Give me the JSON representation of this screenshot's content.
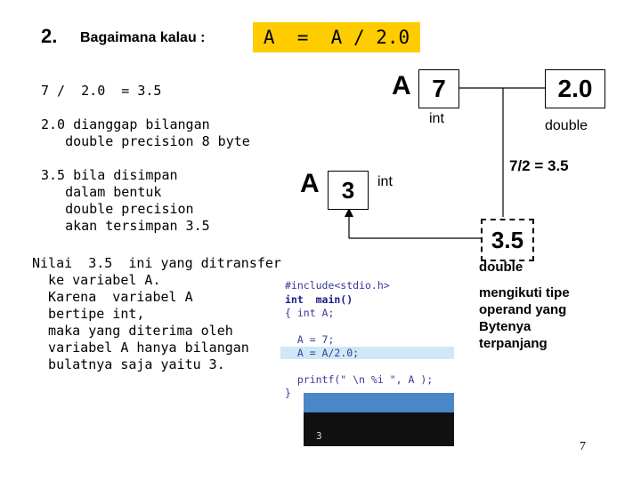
{
  "title": {
    "number": "2.",
    "question": "Bagaimana kalau :",
    "expression": "A  =  A / 2.0"
  },
  "left_notes": {
    "calc": "7 /  2.0  = 3.5",
    "note1": "2.0 dianggap bilangan\n   double precision 8 byte",
    "note2": "3.5 bila disimpan\n   dalam bentuk\n   double precision\n   akan tersimpan 3.5",
    "note3": "Nilai  3.5  ini yang ditransfer\n  ke variabel A.\n  Karena  variabel A\n  bertipe int,\n  maka yang diterima oleh\n  variabel A hanya bilangan\n  bulatnya saja yaitu 3."
  },
  "diagram": {
    "var_top": "A",
    "value_top": "7",
    "type_top": "int",
    "literal": "2.0",
    "literal_type": "double",
    "result_expr": "7/2 = 3.5",
    "var_bottom": "A",
    "value_bottom": "3",
    "type_bottom": "int",
    "result_value": "3.5",
    "result_type": "double",
    "explanation": "mengikuti tipe\noperand yang\nBytenya\nterpanjang"
  },
  "code": {
    "lines": [
      "#include<stdio.h>",
      "int  main()",
      "{ int A;",
      "",
      "  A = 7;",
      "  A = A/2.0;",
      "",
      "  printf(\" \\n %i \", A );",
      "}"
    ],
    "console_output": "3"
  },
  "page_number": "7"
}
